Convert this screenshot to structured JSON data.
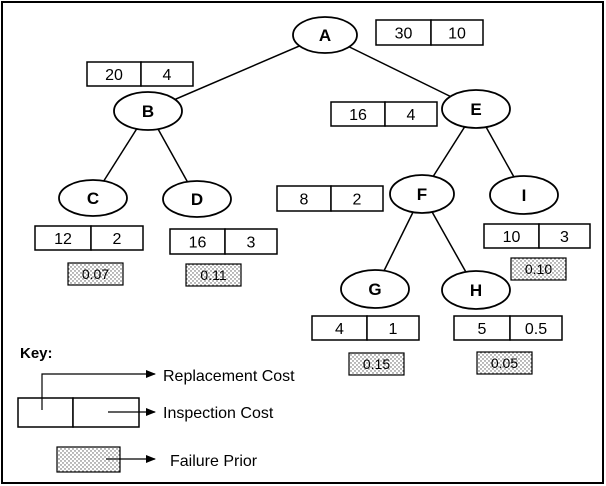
{
  "nodes": {
    "A": {
      "label": "A"
    },
    "B": {
      "label": "B"
    },
    "C": {
      "label": "C"
    },
    "D": {
      "label": "D"
    },
    "E": {
      "label": "E"
    },
    "F": {
      "label": "F"
    },
    "G": {
      "label": "G"
    },
    "H": {
      "label": "H"
    },
    "I": {
      "label": "I"
    }
  },
  "edges": [
    [
      "A",
      "B"
    ],
    [
      "A",
      "E"
    ],
    [
      "B",
      "C"
    ],
    [
      "B",
      "D"
    ],
    [
      "E",
      "F"
    ],
    [
      "E",
      "I"
    ],
    [
      "F",
      "G"
    ],
    [
      "F",
      "H"
    ]
  ],
  "costs": {
    "A": {
      "replacement": "30",
      "inspection": "10"
    },
    "B": {
      "replacement": "20",
      "inspection": "4"
    },
    "C": {
      "replacement": "12",
      "inspection": "2"
    },
    "D": {
      "replacement": "16",
      "inspection": "3"
    },
    "E": {
      "replacement": "16",
      "inspection": "4"
    },
    "F": {
      "replacement": "8",
      "inspection": "2"
    },
    "G": {
      "replacement": "4",
      "inspection": "1"
    },
    "H": {
      "replacement": "5",
      "inspection": "0.5"
    },
    "I": {
      "replacement": "10",
      "inspection": "3"
    }
  },
  "priors": {
    "C": "0.07",
    "D": "0.11",
    "G": "0.15",
    "H": "0.05",
    "I": "0.10"
  },
  "key": {
    "title": "Key:",
    "replacement_label": "Replacement Cost",
    "inspection_label": "Inspection Cost",
    "prior_label": "Failure Prior"
  }
}
